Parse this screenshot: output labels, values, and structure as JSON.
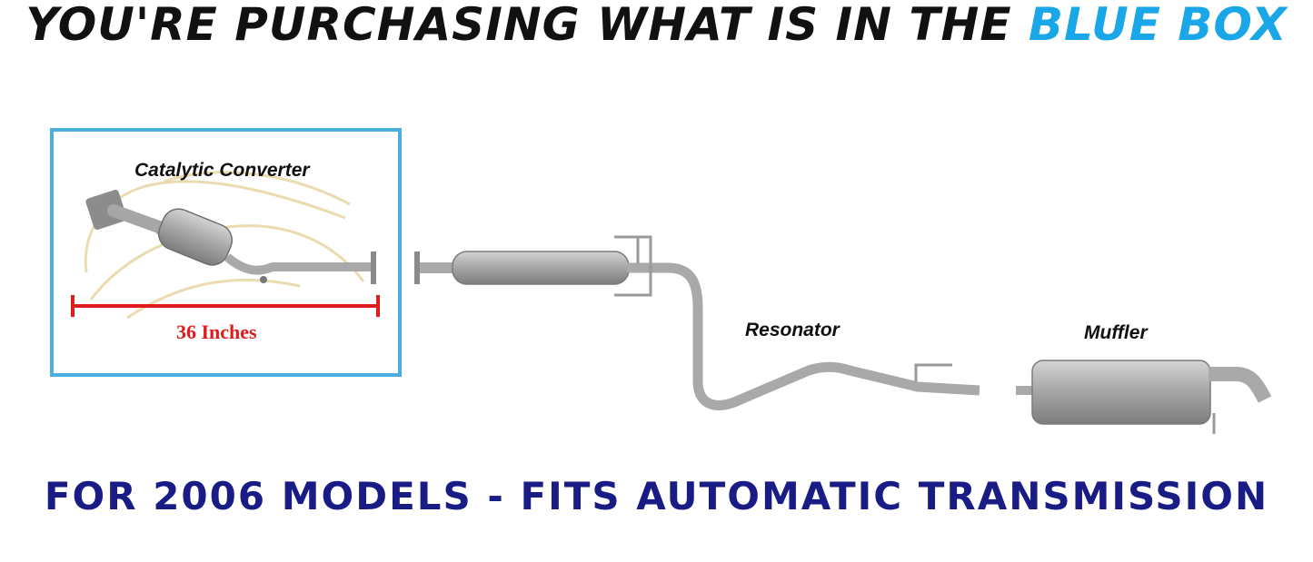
{
  "headline": {
    "prefix": "YOU'RE PURCHASING WHAT IS IN THE ",
    "highlight": "BLUE BOX",
    "highlight_color": "#1aa7e8"
  },
  "box": {
    "border_color": "#4aaee0",
    "label": "Catalytic Converter",
    "measurement": "36 Inches",
    "measurement_color": "#e01b1b"
  },
  "parts": {
    "resonator": "Resonator",
    "muffler": "Muffler"
  },
  "footer": {
    "text": "FOR 2006 MODELS - FITS AUTOMATIC TRANSMISSION",
    "color": "#1a1c86"
  }
}
